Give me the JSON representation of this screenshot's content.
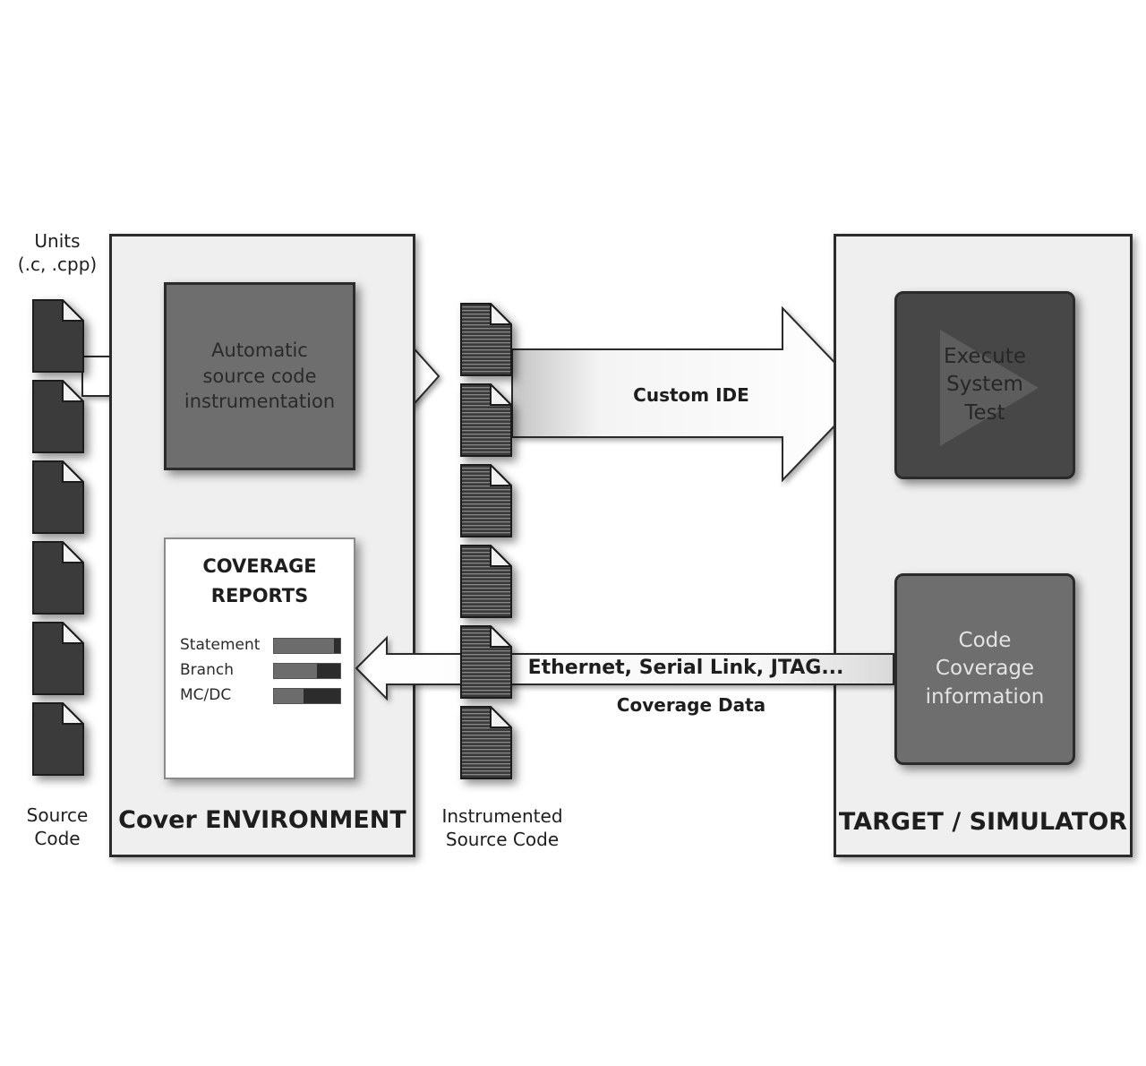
{
  "source": {
    "units_label": [
      "Units",
      "(.c, .cpp)"
    ],
    "caption": [
      "Source",
      "Code"
    ]
  },
  "cover": {
    "title": "Cover ENVIRONMENT",
    "instrumentation_box": [
      "Automatic",
      "source code",
      "instrumentation"
    ],
    "report": {
      "title": [
        "COVERAGE",
        "REPORTS"
      ],
      "metrics": [
        {
          "name": "Statement",
          "fill": 0.9
        },
        {
          "name": "Branch",
          "fill": 0.65
        },
        {
          "name": "MC/DC",
          "fill": 0.45
        }
      ]
    }
  },
  "instrumented": {
    "caption": [
      "Instrumented",
      "Source Code"
    ]
  },
  "flows": {
    "custom_ide": "Custom IDE",
    "link": "Ethernet, Serial Link, JTAG...",
    "coverage_data": "Coverage Data"
  },
  "target": {
    "title": "TARGET / SIMULATOR",
    "execute_box": [
      "Execute",
      "System",
      "Test"
    ],
    "coverage_box": [
      "Code",
      "Coverage",
      "information"
    ]
  },
  "colors": {
    "panel": "#efefef",
    "dark_box": "#474747",
    "mid_box": "#6e6e6e",
    "document": "#3b3b3b"
  }
}
